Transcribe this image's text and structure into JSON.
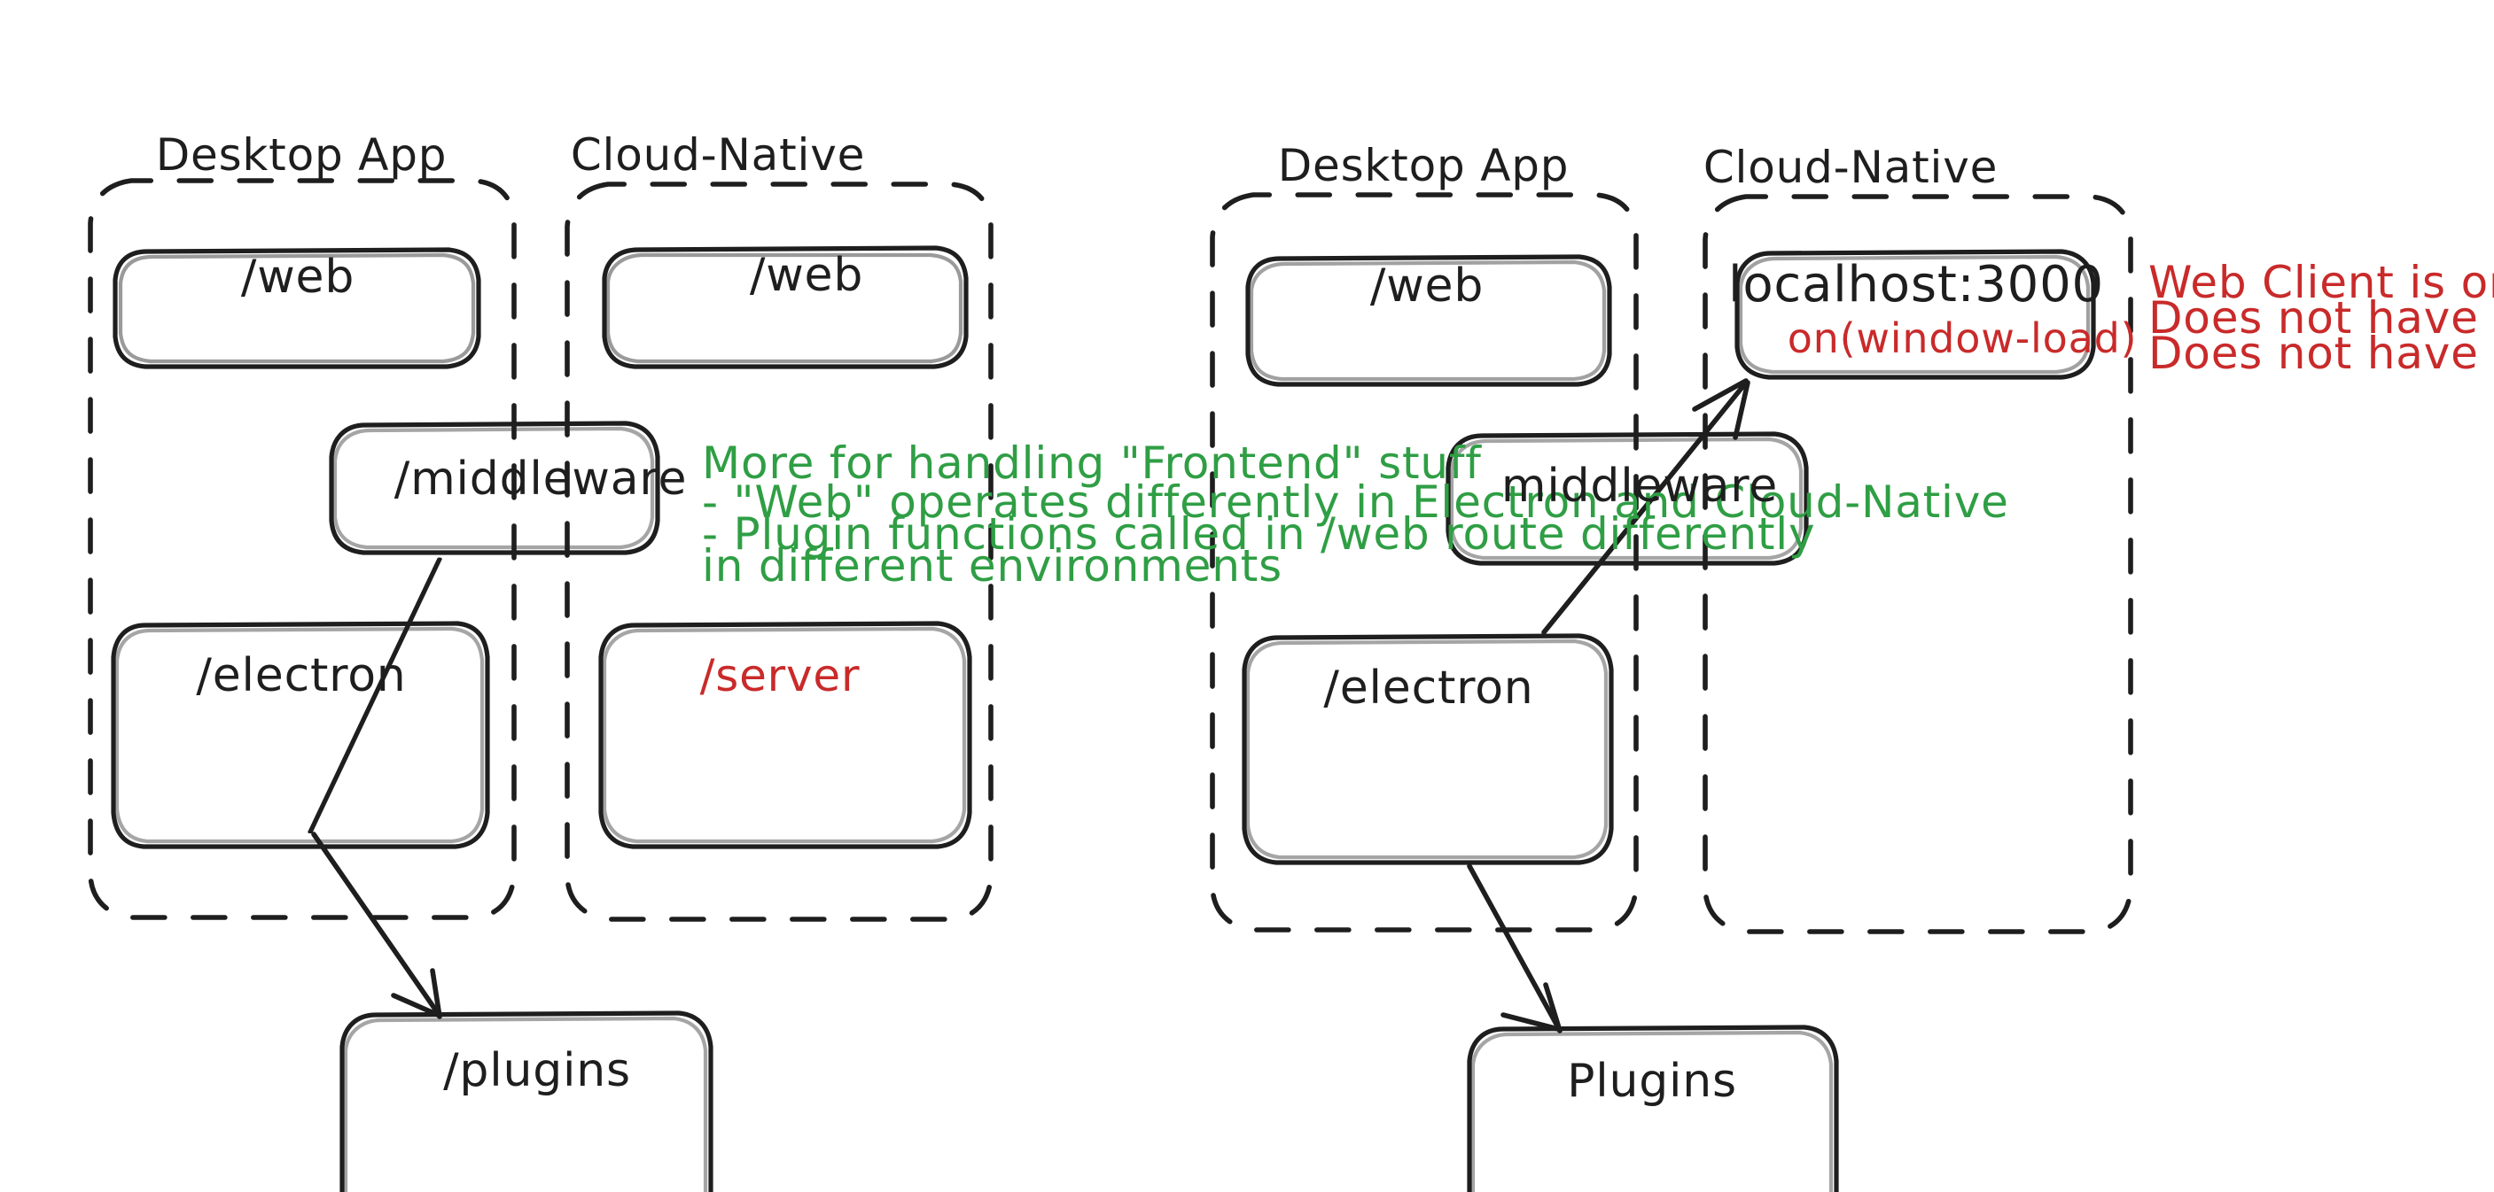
{
  "diagram": {
    "type": "architecture-sketch",
    "style": "hand-drawn",
    "colors": {
      "stroke": "#1e1e1e",
      "green_note": "#2f9e44",
      "red_note": "#c92a2a",
      "background": "#ffffff"
    },
    "panels": [
      {
        "id": "left",
        "groups": [
          {
            "id": "left-desktop-app",
            "title": "Desktop App",
            "boxes": [
              {
                "id": "left-desktop-web",
                "label": "/web"
              },
              {
                "id": "left-desktop-electron",
                "label": "/electron"
              }
            ]
          },
          {
            "id": "left-cloud-native",
            "title": "Cloud-Native",
            "boxes": [
              {
                "id": "left-cloud-web",
                "label": "/web"
              },
              {
                "id": "left-cloud-server",
                "label": "/server",
                "color": "#c92a2a"
              }
            ]
          }
        ],
        "shared_boxes": [
          {
            "id": "left-middleware",
            "label": "/middleware"
          }
        ],
        "outside_boxes": [
          {
            "id": "left-plugins",
            "label": "/plugins"
          }
        ],
        "notes": [
          {
            "id": "green-note",
            "color": "#2f9e44",
            "lines": [
              "More for handling \"Frontend\" stuff",
              "- \"Web\" operates differently in Electron and Cloud-Native",
              "- Plugin functions called in /web route differently",
              "in different environments"
            ]
          }
        ],
        "arrows": [
          {
            "id": "arrow-electron-to-plugins",
            "from": "left-desktop-electron",
            "to": "left-plugins"
          }
        ]
      },
      {
        "id": "right",
        "groups": [
          {
            "id": "right-desktop-app",
            "title": "Desktop App",
            "boxes": [
              {
                "id": "right-desktop-web",
                "label": "/web"
              },
              {
                "id": "right-desktop-electron",
                "label": "/electron"
              }
            ]
          },
          {
            "id": "right-cloud-native",
            "title": "Cloud-Native",
            "boxes": [
              {
                "id": "right-localhost",
                "label": "localhost:3000",
                "sublabel": "on(window-load)",
                "sublabel_color": "#c92a2a"
              }
            ]
          }
        ],
        "shared_boxes": [
          {
            "id": "right-middleware",
            "label": "middleware"
          }
        ],
        "outside_boxes": [
          {
            "id": "right-plugins",
            "label": "Plugins"
          }
        ],
        "notes": [
          {
            "id": "red-note",
            "color": "#c92a2a",
            "lines": [
              "Web Client is on a different Chromium window",
              "Does not have all the Electron handlers",
              "Does not have IPC handler"
            ]
          }
        ],
        "arrows": [
          {
            "id": "arrow-electron-to-localhost",
            "from": "right-desktop-electron",
            "to": "right-localhost"
          },
          {
            "id": "arrow-electron-to-plugins-right",
            "from": "right-desktop-electron",
            "to": "right-plugins"
          }
        ]
      }
    ]
  },
  "text": {
    "left": {
      "desktop_title": "Desktop App",
      "cloud_title": "Cloud-Native",
      "web_desktop": "/web",
      "web_cloud": "/web",
      "middleware": "/middleware",
      "electron": "/electron",
      "server": "/server",
      "plugins": "/plugins",
      "note_line1": "More for handling \"Frontend\" stuff",
      "note_line2": "- \"Web\" operates differently in Electron and Cloud-Native",
      "note_line3": "- Plugin functions called in /web route differently",
      "note_line4": "in different environments"
    },
    "right": {
      "desktop_title": "Desktop App",
      "cloud_title": "Cloud-Native",
      "web": "/web",
      "localhost": "localhost:3000",
      "on_window_load": "on(window-load)",
      "middleware": "middleware",
      "electron": "/electron",
      "plugins": "Plugins",
      "note_line1": "Web Client is on a different Chromium window",
      "note_line2": "Does not have all the Electron handlers",
      "note_line3": "Does not have IPC handler"
    }
  }
}
